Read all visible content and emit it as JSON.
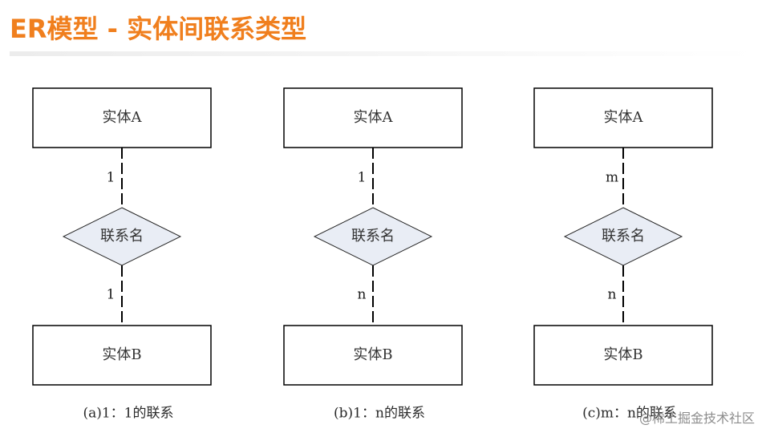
{
  "title": "ER模型 - 实体间联系类型",
  "watermark": "@稀土掘金技术社区",
  "colors": {
    "title": "#f07f1e",
    "diamond_fill": "#e9edf5",
    "line": "#000000"
  },
  "diagrams": [
    {
      "entity_top": "实体A",
      "card_top": "1",
      "relation": "联系名",
      "card_bottom": "1",
      "entity_bottom": "实体B",
      "caption": "(a)1：1的联系"
    },
    {
      "entity_top": "实体A",
      "card_top": "1",
      "relation": "联系名",
      "card_bottom": "n",
      "entity_bottom": "实体B",
      "caption": "(b)1：n的联系"
    },
    {
      "entity_top": "实体A",
      "card_top": "m",
      "relation": "联系名",
      "card_bottom": "n",
      "entity_bottom": "实体B",
      "caption": "(c)m：n的联系"
    }
  ]
}
